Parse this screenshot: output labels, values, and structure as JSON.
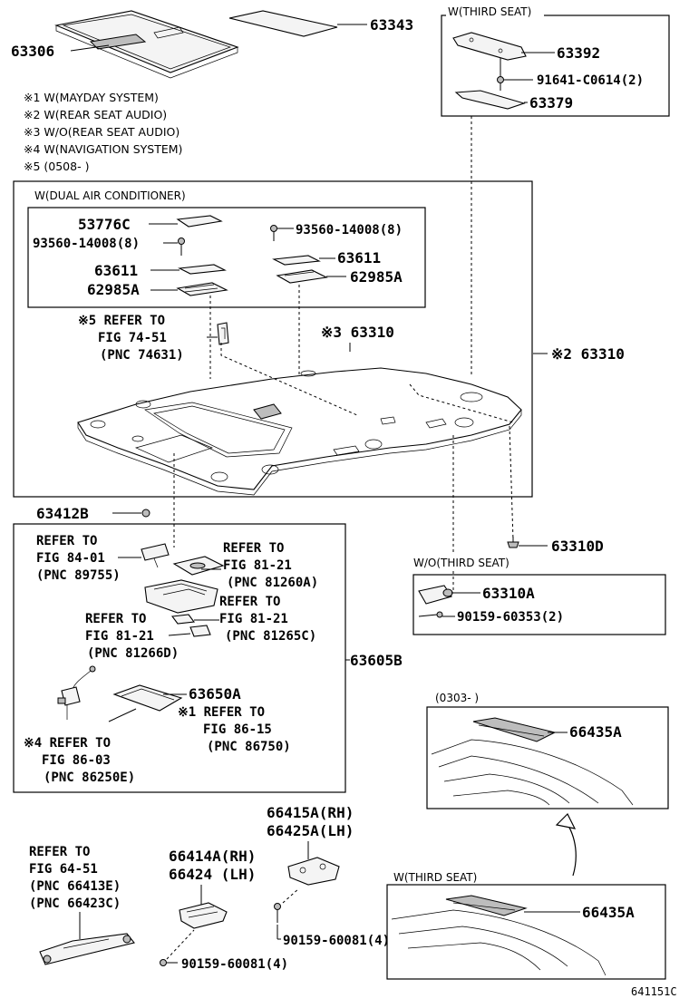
{
  "notes": [
    "※1 W(MAYDAY SYSTEM)",
    "※2 W(REAR SEAT AUDIO)",
    "※3 W/O(REAR SEAT AUDIO)",
    "※4 W(NAVIGATION SYSTEM)",
    "※5 (0508-      )"
  ],
  "boxes": {
    "third_seat_top": "W(THIRD SEAT)",
    "dual_air": "W(DUAL AIR CONDITIONER)",
    "wo_third_seat": "W/O(THIRD SEAT)",
    "date_0303": "(0303-      )",
    "third_seat_bottom": "W(THIRD SEAT)"
  },
  "parts": {
    "p63306": "63306",
    "p63343": "63343",
    "p63392": "63392",
    "p91641": "91641-C0614(2)",
    "p63379": "63379",
    "p53776C": "53776C",
    "p93560_l": "93560-14008(8)",
    "p93560_r": "93560-14008(8)",
    "p63611_l": "63611",
    "p63611_r": "63611",
    "p62985A_l": "62985A",
    "p62985A_r": "62985A",
    "p63310_mid": "※3 63310",
    "p63310_right": "※2 63310",
    "p63412B": "63412B",
    "p63310D": "63310D",
    "p63310A": "63310A",
    "p90159_60353": "90159-60353(2)",
    "p63605B": "63605B",
    "p63650A": "63650A",
    "p66435A_top": "66435A",
    "p66435A_bot": "66435A",
    "p66415A": "66415A(RH)",
    "p66425A": "66425A(LH)",
    "p66414A": "66414A(RH)",
    "p66424": "66424 (LH)",
    "p90159_60081_a": "90159-60081(4)",
    "p90159_60081_b": "90159-60081(4)"
  },
  "refs": {
    "r74": [
      "※5 REFER TO",
      "FIG 74-51",
      "(PNC 74631)"
    ],
    "r84": [
      "REFER TO",
      "FIG 84-01",
      "(PNC 89755)"
    ],
    "r81a": [
      "REFER TO",
      "FIG 81-21",
      "(PNC 81260A)"
    ],
    "r81c": [
      "REFER TO",
      "FIG 81-21",
      "(PNC 81265C)"
    ],
    "r81d": [
      "REFER TO",
      "FIG 81-21",
      "(PNC 81266D)"
    ],
    "r86_15": [
      "※1 REFER TO",
      "FIG 86-15",
      "(PNC 86750)"
    ],
    "r86_03": [
      "※4 REFER TO",
      "FIG 86-03",
      "(PNC 86250E)"
    ],
    "r64": [
      "REFER TO",
      "FIG 64-51",
      "(PNC 66413E)",
      "(PNC 66423C)"
    ]
  },
  "figure_code": "641151C"
}
